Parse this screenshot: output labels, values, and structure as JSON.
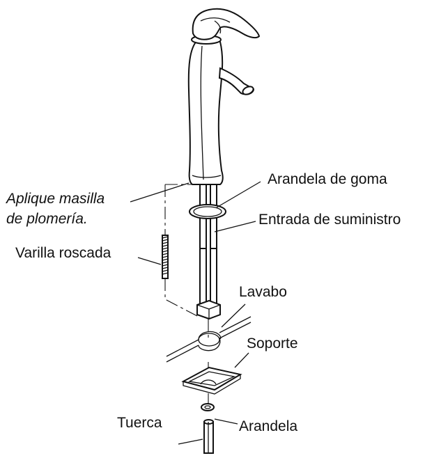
{
  "labels": {
    "putty_line1": "Aplique masilla",
    "putty_line2": "de plomería.",
    "rubber_washer": "Arandela de goma",
    "supply_inlet": "Entrada de suministro",
    "threaded_rod": "Varilla roscada",
    "sink": "Lavabo",
    "bracket": "Soporte",
    "nut": "Tuerca",
    "washer": "Arandela"
  },
  "colors": {
    "line": "#111111",
    "background": "#ffffff"
  },
  "icons": [
    "faucet-body-icon",
    "handle-icon",
    "spout-icon",
    "threaded-rod-icon",
    "bracket-icon",
    "nut-icon"
  ]
}
